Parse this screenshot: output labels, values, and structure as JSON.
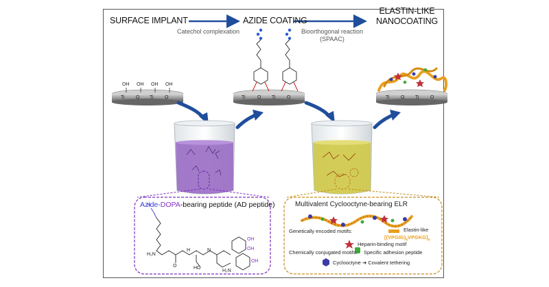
{
  "steps": {
    "step1": "SURFACE IMPLANT",
    "step2": "AZIDE COATING",
    "step3_line1": "ELASTIN-LIKE",
    "step3_line2": "NANOCOATING"
  },
  "reactions": {
    "r1": "Catechol complexation",
    "r2_line1": "Bioorthogonal reaction",
    "r2_line2": "(SPAAC)"
  },
  "surface": {
    "oh": "OH",
    "ti": "Ti",
    "o": "O"
  },
  "ad_box": {
    "part_azide": "Azide-",
    "part_dopa": "DOPA",
    "part_rest": "-bearing peptide (AD peptide)",
    "chem_labels": [
      "N",
      "H₂N",
      "O",
      "H",
      "N",
      "OH",
      "OH",
      "HO",
      "OH",
      "H₂N"
    ]
  },
  "elr_box": {
    "title": "Multivalent Cyclooctyne-bearing ELR",
    "genetic": "Genetically encoded motifs:",
    "elastin": "Elastin-like",
    "formula_a": "[(VPGIG)",
    "formula_b": "VPGKG]",
    "heparin": "Heparin-binding motif",
    "chemical": "Chemically conjugated motifs:",
    "adhesion": "Specific adhesion peptide",
    "cyclooctyne": "Cyclooctyne",
    "arrow": "➔",
    "tethering": "Covalent tethering"
  },
  "colors": {
    "arrow_blue": "#1f4e9c",
    "purple_liquid": "#9b6fc6",
    "yellow_liquid": "#cfc94a",
    "purple_dash": "#7b2fbe",
    "orange_dash": "#c98a1a",
    "azide_blue": "#3a3ad6",
    "dopa_purple": "#8b2fc9",
    "elr_orange": "#e8a020"
  }
}
